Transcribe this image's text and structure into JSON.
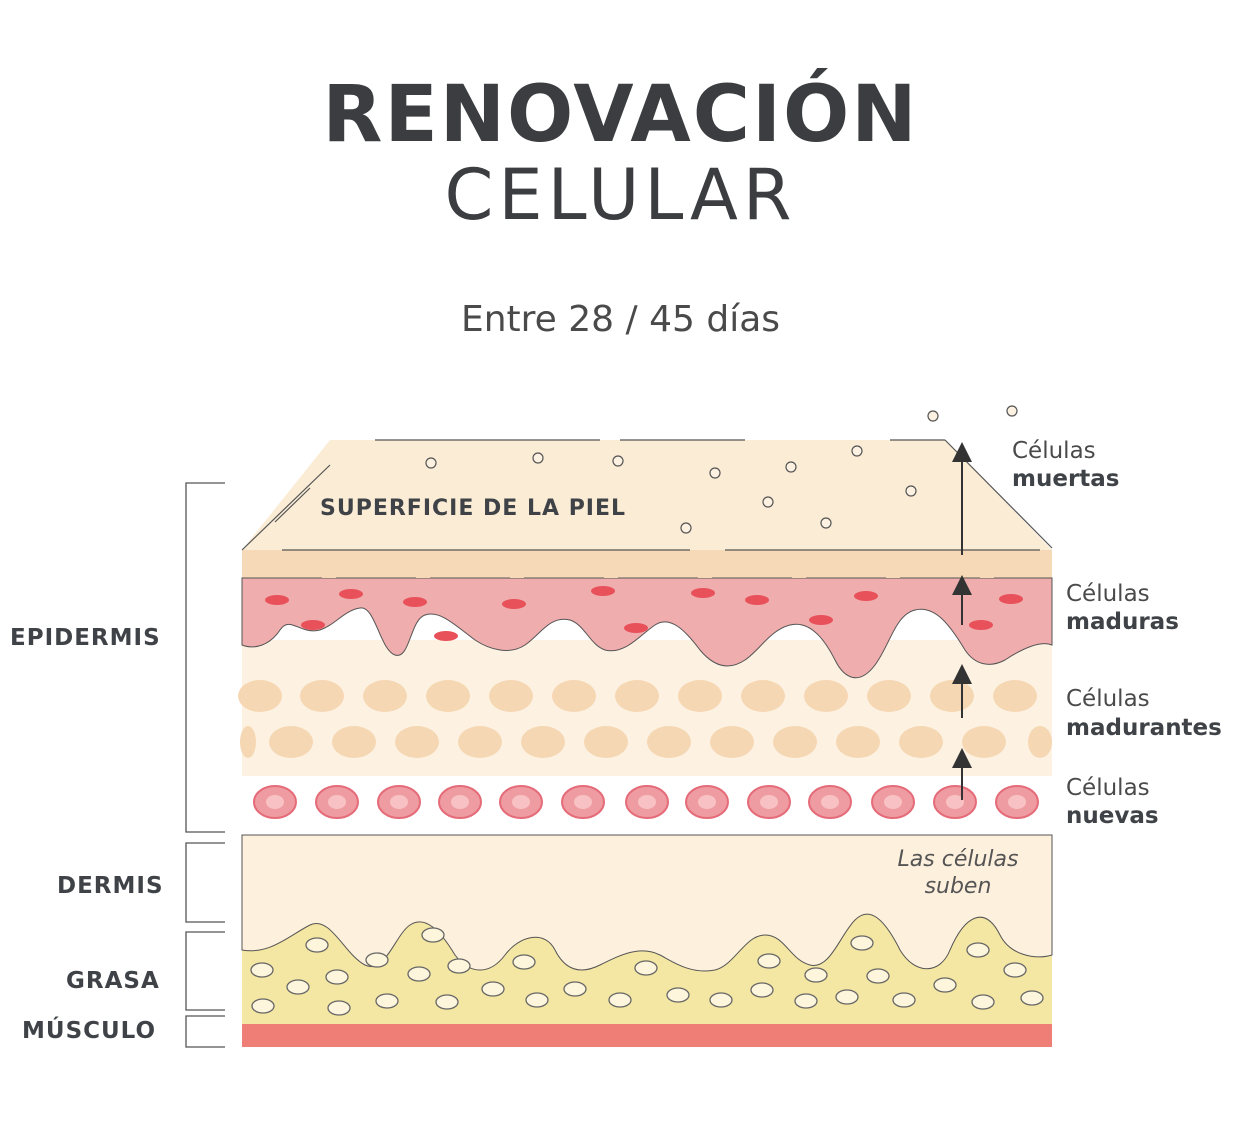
{
  "title": {
    "line1": "RENOVACIÓN",
    "line2": "CELULAR"
  },
  "subtitle": "Entre 28 / 45 días",
  "surface_label": "SUPERFICIE DE LA PIEL",
  "left_labels": {
    "epidermis": "EPIDERMIS",
    "dermis": "DERMIS",
    "grasa": "GRASA",
    "musculo": "MÚSCULO"
  },
  "right_labels": {
    "muertas": {
      "top": "Células",
      "bottom": "muertas"
    },
    "maduras": {
      "top": "Células",
      "bottom": "maduras"
    },
    "madurantes": {
      "top": "Células",
      "bottom": "madurantes"
    },
    "nuevas": {
      "top": "Células",
      "bottom": "nuevas"
    }
  },
  "rise_note": {
    "line1": "Las células",
    "line2": "suben"
  },
  "colors": {
    "surface": "#fbecd5",
    "surface_band": "#f6d9b6",
    "mature_layer": "#efadad",
    "mature_cell": "#e8505a",
    "maturing_bg": "#fdf2e2",
    "maturing_cell": "#f6d7b3",
    "new_cell": "#ee9ba2",
    "dermis": "#fdf0dd",
    "fat": "#f4e6a3",
    "muscle": "#ef7e76",
    "text_dark": "#3f4347"
  }
}
